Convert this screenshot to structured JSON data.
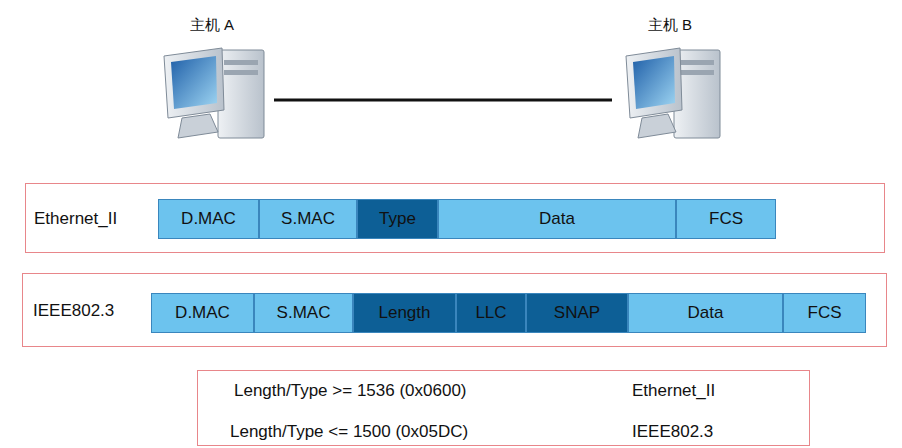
{
  "diagram": {
    "nodes": [
      {
        "text": [
          "主机 A"
        ]
      },
      {
        "text": [
          "主机 B"
        ]
      },
      {
        "text": [
          "Ethernet_II"
        ]
      },
      {
        "text": [
          "D.MAC"
        ],
        "in": 2
      },
      {
        "text": [
          "S.MAC"
        ],
        "in": 2
      },
      {
        "text": [
          "Type"
        ],
        "in": 2
      },
      {
        "text": [
          "Data"
        ],
        "in": 2
      },
      {
        "text": [
          "FCS"
        ],
        "in": 2
      },
      {
        "text": [
          "IEEE802.3"
        ]
      },
      {
        "text": [
          "D.MAC"
        ],
        "in": 8
      },
      {
        "text": [
          "S.MAC"
        ],
        "in": 8
      },
      {
        "text": [
          "Length"
        ],
        "in": 8
      },
      {
        "text": [
          "LLC"
        ],
        "in": 8
      },
      {
        "text": [
          "SNAP"
        ],
        "in": 8
      },
      {
        "text": [
          "Data"
        ],
        "in": 8
      },
      {
        "text": [
          "FCS"
        ],
        "in": 8
      },
      {
        "text": [
          "Length/Type >= 1536 (0x0600)",
          "Ethernet_II",
          "Length/Type <= 1500 (0x05DC)",
          "IEEE802.3"
        ]
      }
    ],
    "edges": [
      {
        "from": 0,
        "to": 1,
        "arrow": "none"
      }
    ]
  }
}
